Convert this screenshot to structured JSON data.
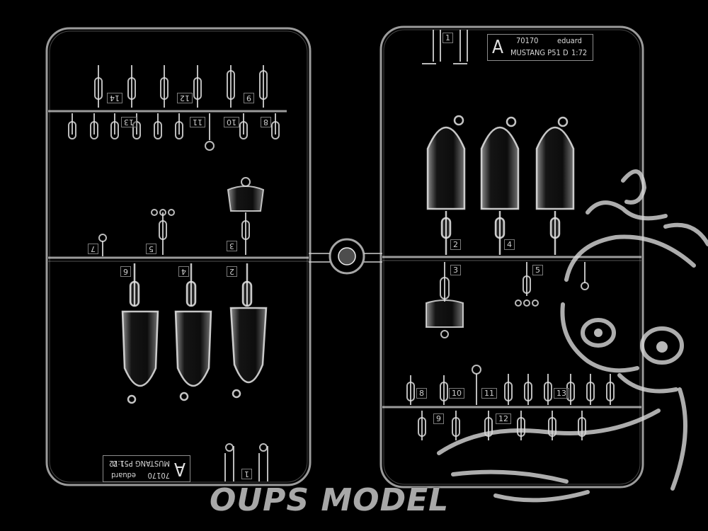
{
  "sprue_code": "70170",
  "brand": "eduard",
  "model_name": "MUSTANG P51 D",
  "scale": "1:72",
  "sprue_letter": "A",
  "left_part_numbers": [
    "14",
    "13",
    "12",
    "11",
    "10",
    "9",
    "8",
    "7",
    "5",
    "3",
    "6",
    "4",
    "2",
    "1"
  ],
  "right_part_numbers": [
    "1",
    "2",
    "4",
    "3",
    "5",
    "8",
    "10",
    "11",
    "13",
    "9",
    "12"
  ],
  "watermark": "OUPS MODEL",
  "colors": {
    "background": "#000000",
    "plastic": "#d8d8d8",
    "watermark": "#cfcfcf"
  },
  "icons": [
    "dragon-mascot-icon"
  ]
}
